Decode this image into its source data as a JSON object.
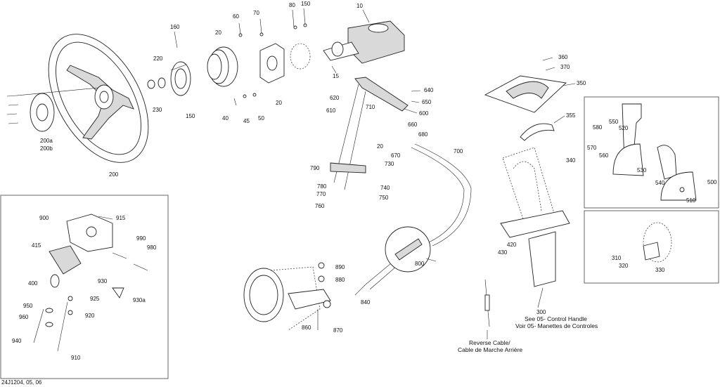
{
  "diagram": {
    "reference": "24J1204, 05, 06",
    "callouts": [
      "10",
      "15",
      "20",
      "40",
      "45",
      "50",
      "60",
      "70",
      "80",
      "150",
      "160",
      "220",
      "230",
      "150",
      "20",
      "200",
      "200a",
      "200b",
      "620",
      "610",
      "710",
      "640",
      "650",
      "600",
      "660",
      "680",
      "20",
      "670",
      "700",
      "730",
      "790",
      "740",
      "780",
      "770",
      "750",
      "760",
      "360",
      "370",
      "350",
      "355",
      "340",
      "580",
      "550",
      "520",
      "570",
      "560",
      "530",
      "540",
      "500",
      "510",
      "310",
      "320",
      "330",
      "420",
      "430",
      "300",
      "900",
      "915",
      "415",
      "990",
      "980",
      "400",
      "930",
      "930a",
      "925",
      "950",
      "920",
      "960",
      "940",
      "910",
      "890",
      "880",
      "840",
      "860",
      "870",
      "800"
    ],
    "notes": {
      "control_handle_en": "See 05- Control Handle",
      "control_handle_fr": "Voir 05- Manettes de Controles",
      "reverse_cable_en": "Reverse Cable/",
      "reverse_cable_fr": "Cable de Marche Arrière"
    }
  }
}
